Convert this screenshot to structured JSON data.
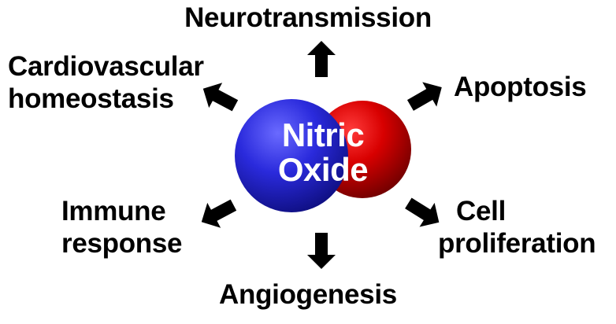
{
  "center": {
    "line1": "Nitric",
    "line2": "Oxide",
    "colors": {
      "nitrogen": "#2222cc",
      "oxygen": "#cc0000"
    }
  },
  "functions": {
    "top": "Neurotransmission",
    "top_left": [
      "Cardiovascular",
      "homeostasis"
    ],
    "top_right": "Apoptosis",
    "bottom_left": [
      "Immune",
      "response"
    ],
    "bottom_right": [
      "Cell",
      "proliferation"
    ],
    "bottom": "Angiogenesis"
  },
  "arrow_color": "#000000"
}
